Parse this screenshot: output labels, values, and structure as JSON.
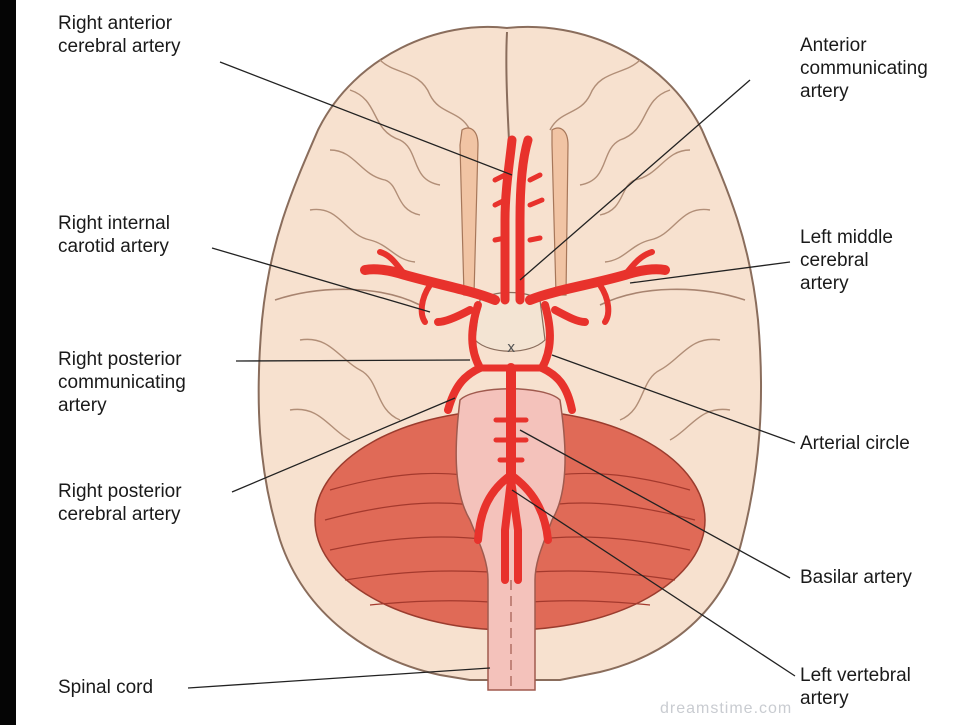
{
  "labels": {
    "right_anterior_cerebral": [
      "Right anterior",
      "cerebral artery"
    ],
    "right_internal_carotid": [
      "Right internal",
      "carotid artery"
    ],
    "right_posterior_communicating": [
      "Right posterior",
      "communicating",
      "artery"
    ],
    "right_posterior_cerebral": [
      "Right posterior",
      "cerebral artery"
    ],
    "spinal_cord": [
      "Spinal cord"
    ],
    "anterior_communicating": [
      "Anterior",
      "communicating",
      "artery"
    ],
    "left_middle_cerebral": [
      "Left middle",
      "cerebral",
      "artery"
    ],
    "arterial_circle": [
      "Arterial circle"
    ],
    "basilar": [
      "Basilar artery"
    ],
    "left_vertebral": [
      "Left vertebral",
      "artery"
    ]
  },
  "watermark": "dreamstime.com",
  "colors": {
    "brain_fill": "#f7e1cf",
    "brain_outline": "#8a6d5c",
    "artery": "#e8322c",
    "cerebellum": "#e06a57",
    "brainstem": "#f4c2bb",
    "olfactory": "#f1c4a4"
  }
}
